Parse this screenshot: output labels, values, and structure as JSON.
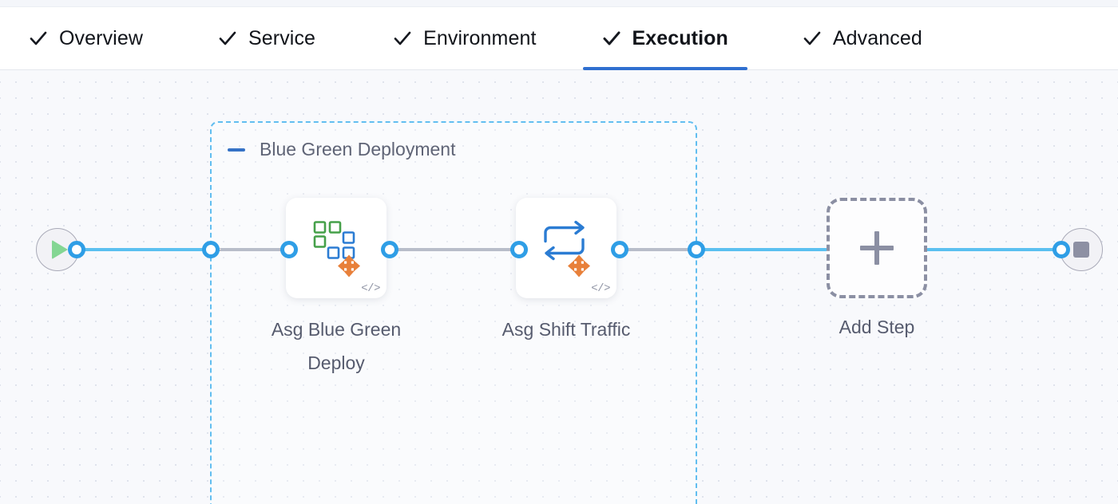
{
  "tabs": [
    {
      "label": "Overview",
      "icon": "check-icon",
      "active": false
    },
    {
      "label": "Service",
      "icon": "check-icon",
      "active": false
    },
    {
      "label": "Environment",
      "icon": "check-icon",
      "active": false
    },
    {
      "label": "Execution",
      "icon": "check-icon",
      "active": true
    },
    {
      "label": "Advanced",
      "icon": "check-icon",
      "active": false
    }
  ],
  "canvas": {
    "start_node": {
      "name": "pipeline-start",
      "icon": "play-icon"
    },
    "end_node": {
      "name": "pipeline-end",
      "icon": "stop-icon"
    },
    "group": {
      "title": "Blue Green Deployment",
      "collapse_icon": "minus-icon"
    },
    "steps": [
      {
        "label": "Asg Blue Green\nDeploy",
        "icon": "asg-blue-green-deploy-icon",
        "badge": "</>"
      },
      {
        "label": "Asg Shift Traffic",
        "icon": "asg-shift-traffic-icon",
        "badge": "</>"
      }
    ],
    "add_step": {
      "label": "Add Step",
      "icon": "plus-icon"
    }
  },
  "colors": {
    "accent_blue": "#2f6fd0",
    "edge_blue": "#5bc0f0",
    "port_blue": "#2f9ee6",
    "group_border": "#62bef0",
    "dashed_gray": "#b8bdc9",
    "label_gray": "#565b6e",
    "play_green": "#84d693",
    "stop_gray": "#8d90a3",
    "canvas_bg": "#f8f9fc"
  }
}
